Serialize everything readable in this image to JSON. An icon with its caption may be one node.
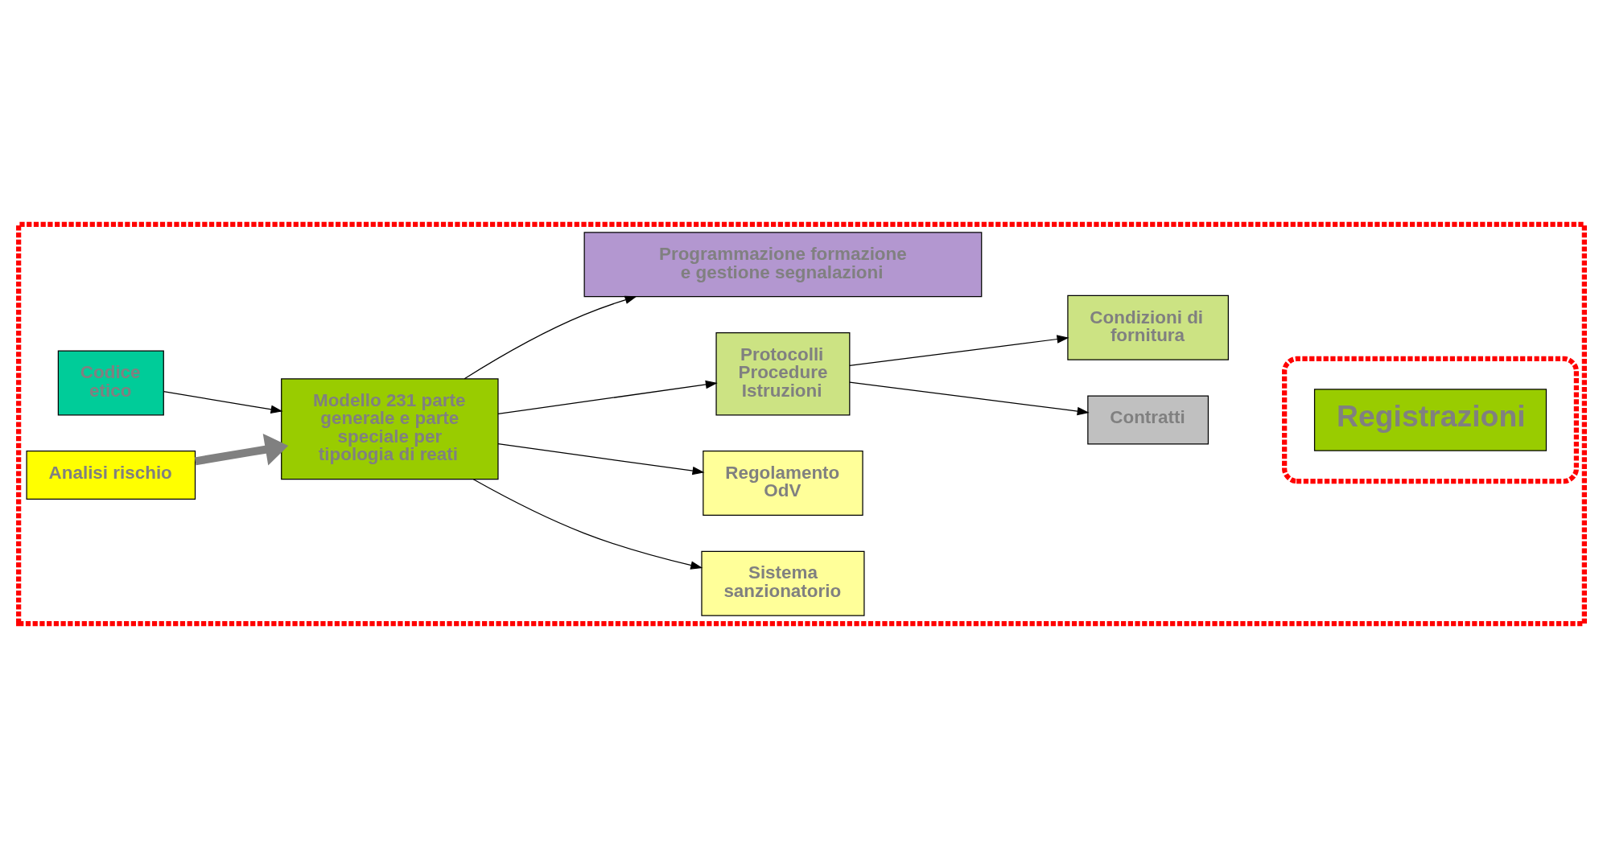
{
  "diagram": {
    "nodes": [
      {
        "text": [],
        "shape": "box"
      },
      {
        "text": [
          "Codice etico"
        ],
        "in": 0
      },
      {
        "text": [
          "Analisi rischio"
        ],
        "in": 0
      },
      {
        "text": [
          "Modello 231 parte generale e parte speciale per tipologia di reati"
        ],
        "in": 0
      },
      {
        "text": [
          "Sistema sanzionatorio"
        ],
        "in": 0
      },
      {
        "text": [
          "Regolamento OdV"
        ],
        "in": 0
      },
      {
        "text": [
          "Protocolli Procedure Istruzioni"
        ],
        "in": 0
      },
      {
        "text": [
          "Contratti"
        ],
        "in": 0
      },
      {
        "text": [
          "Condizioni di fornitura"
        ],
        "in": 0
      },
      {
        "text": [],
        "shape": "ellipse",
        "in": 0
      },
      {
        "text": [
          "Registrazioni"
        ],
        "in": 9
      },
      {
        "text": [
          "Programmazione formazione e gestione segnalazioni"
        ],
        "in": 0
      }
    ],
    "edges": [
      {
        "from": 1,
        "to": 3,
        "arrow": "to"
      },
      {
        "from": 2,
        "to": 3,
        "arrow": "to",
        "style": "thick",
        "color": "#808080"
      },
      {
        "from": 3,
        "to": 4,
        "arrow": "to"
      },
      {
        "from": 3,
        "to": 5,
        "arrow": "to"
      },
      {
        "from": 3,
        "to": 6,
        "arrow": "to"
      },
      {
        "from": 3,
        "to": 11,
        "arrow": "to"
      },
      {
        "from": 6,
        "to": 7,
        "arrow": "to"
      },
      {
        "from": 6,
        "to": 8,
        "arrow": "to"
      }
    ]
  }
}
